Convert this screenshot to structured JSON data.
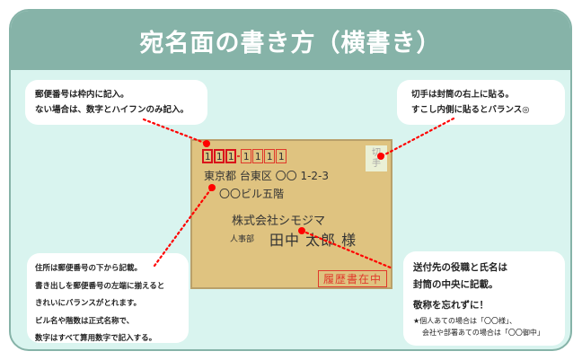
{
  "header": {
    "title": "宛名面の書き方（横書き）"
  },
  "callouts": {
    "postal_code": {
      "lines": [
        "郵便番号は枠内に記入。",
        "ない場合は、数字とハイフンのみ記入。"
      ]
    },
    "stamp": {
      "lines": [
        "切手は封筒の右上に貼る。",
        "すこし内側に貼るとバランス◎"
      ]
    },
    "address": {
      "lines": [
        "住所は郵便番号の下から記載。",
        "書き出しを郵便番号の左端に揃えると",
        "きれいにバランスがとれます。",
        "ビル名や階数は正式名称で、",
        "数字はすべて算用数字で記入する。"
      ]
    },
    "recipient": {
      "lines": [
        "送付先の役職と氏名は",
        "封筒の中央に記載。"
      ],
      "emphasis": "敬称を忘れずに！",
      "notes": [
        "★個人あての場合は「〇〇様」、",
        "会社や部署あての場合は「〇〇御中」"
      ]
    }
  },
  "envelope": {
    "postal_digits": [
      "1",
      "1",
      "1",
      "1",
      "1",
      "1",
      "1"
    ],
    "stamp_label": [
      "切",
      "手"
    ],
    "address_line1": "東京都 台東区 〇〇 1-2-3",
    "address_line2": "〇〇ビル五階",
    "company": "株式会社シモジマ",
    "department": "人事部",
    "recipient_name": "田中 太郎 様",
    "resume_stamp": "履歴書在中"
  },
  "colors": {
    "header_bg": "#86b3a8",
    "frame_bg": "#d9f4ef",
    "envelope_bg": "#dfc380",
    "accent_red": "#e0392b",
    "leader_dot": "#ff0000"
  }
}
